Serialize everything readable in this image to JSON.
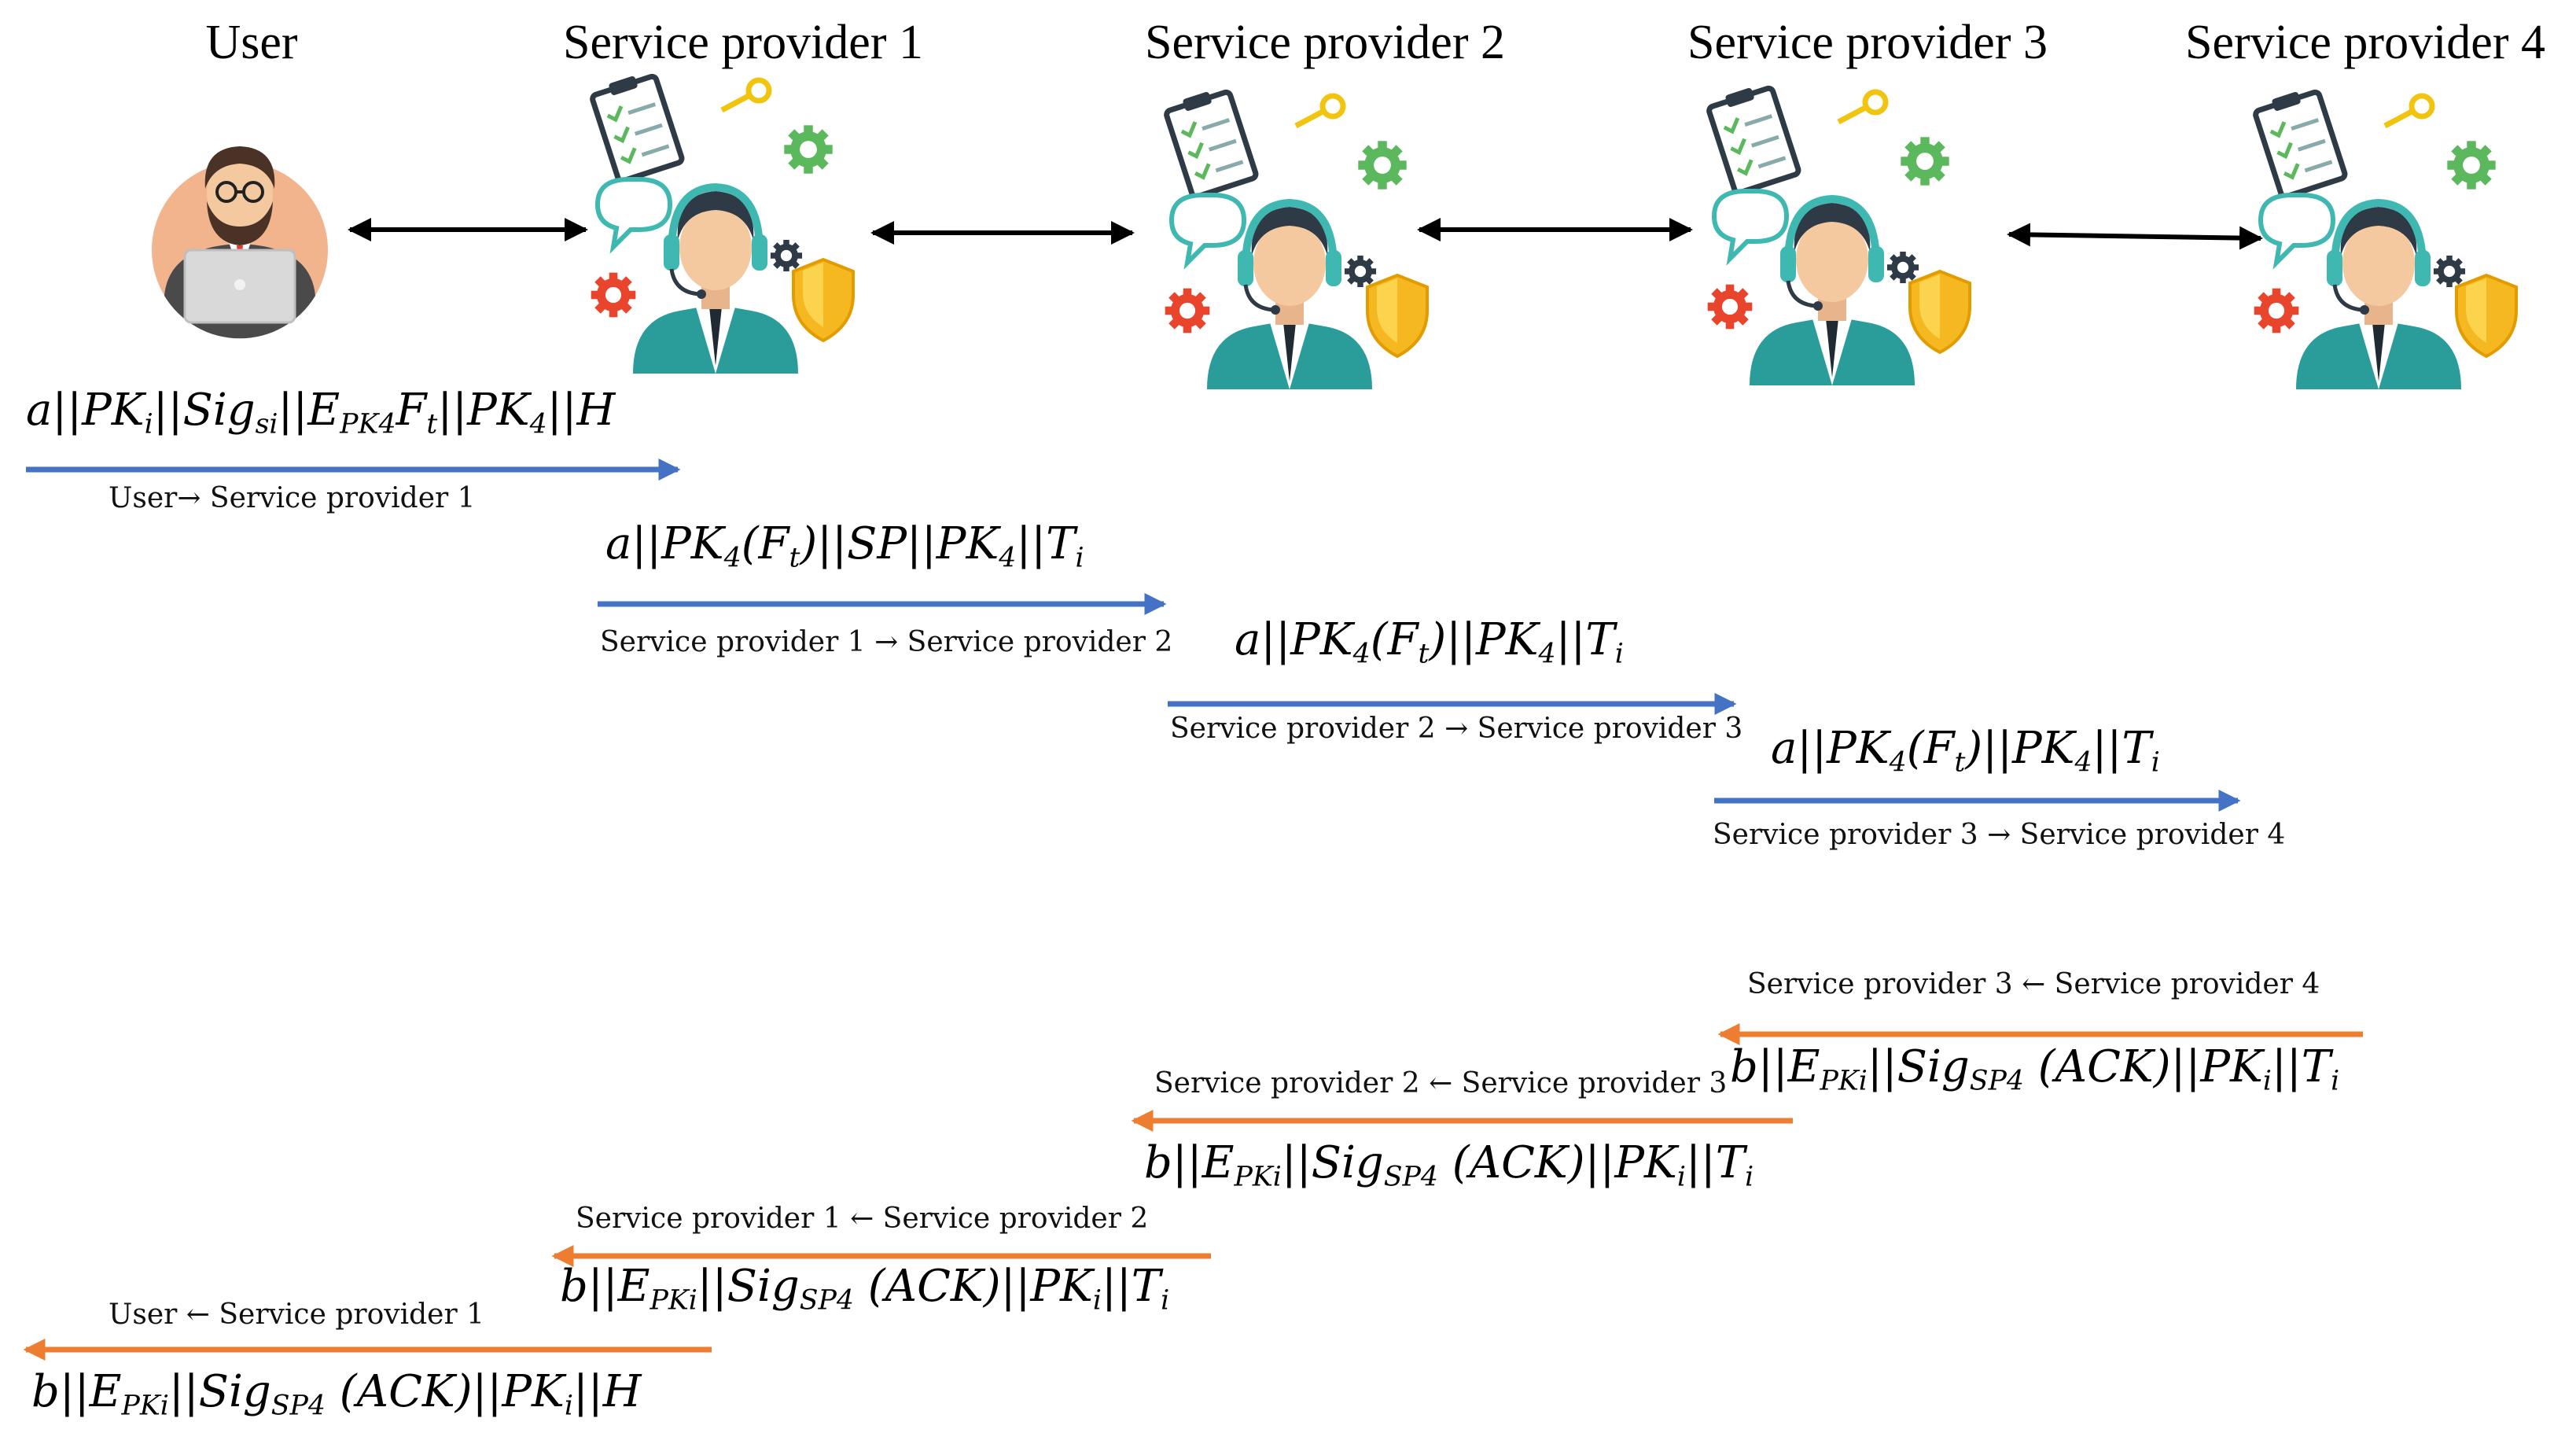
{
  "actors": [
    {
      "id": "user",
      "label": "User",
      "icon": "user-laptop-icon"
    },
    {
      "id": "sp1",
      "label": "Service provider 1",
      "icon": "support-agent-icon"
    },
    {
      "id": "sp2",
      "label": "Service provider 2",
      "icon": "support-agent-icon"
    },
    {
      "id": "sp3",
      "label": "Service provider 3",
      "icon": "support-agent-icon"
    },
    {
      "id": "sp4",
      "label": "Service provider 4",
      "icon": "support-agent-icon"
    }
  ],
  "forward_messages": [
    {
      "caption": "User→ Service provider 1",
      "formula": [
        "a",
        "||",
        "PK",
        {
          "sub": "i"
        },
        "||",
        "Sig",
        {
          "sub": "si"
        },
        "||",
        "E",
        {
          "sub": "PK4"
        },
        "F",
        {
          "sub": "t"
        },
        "||",
        "PK",
        {
          "sub": "4"
        },
        "||",
        "H"
      ]
    },
    {
      "caption": "Service provider 1 → Service provider 2",
      "formula": [
        "a",
        "||",
        "PK",
        {
          "sub": "4"
        },
        "(F",
        {
          "sub": "t"
        },
        ")",
        "||",
        "SP",
        "||",
        "PK",
        {
          "sub": "4"
        },
        "||",
        "T",
        {
          "sub": "i"
        }
      ]
    },
    {
      "caption": "Service provider 2 → Service provider 3",
      "formula": [
        "a",
        "||",
        "PK",
        {
          "sub": "4"
        },
        "(F",
        {
          "sub": "t"
        },
        ")",
        "||",
        "PK",
        {
          "sub": "4"
        },
        "||",
        "T",
        {
          "sub": "i"
        }
      ]
    },
    {
      "caption": "Service provider 3 → Service provider 4",
      "formula": [
        "a",
        "||",
        "PK",
        {
          "sub": "4"
        },
        "(F",
        {
          "sub": "t"
        },
        ")",
        "||",
        "PK",
        {
          "sub": "4"
        },
        "||",
        "T",
        {
          "sub": "i"
        }
      ]
    }
  ],
  "return_messages": [
    {
      "caption": "Service provider 3 ← Service provider 4",
      "formula": [
        "b",
        "||",
        "E",
        {
          "sub": "PKi"
        },
        "||",
        "Sig",
        {
          "sub": "SP4"
        },
        " (ACK)",
        "||",
        "PK",
        {
          "sub": "i"
        },
        "||",
        "T",
        {
          "sub": "i"
        }
      ]
    },
    {
      "caption": "Service provider 2 ← Service provider 3",
      "formula": [
        "b",
        "||",
        "E",
        {
          "sub": "PKi"
        },
        "||",
        "Sig",
        {
          "sub": "SP4"
        },
        " (ACK)",
        "||",
        "PK",
        {
          "sub": "i"
        },
        "||",
        "T",
        {
          "sub": "i"
        }
      ]
    },
    {
      "caption": "Service provider 1 ← Service provider 2",
      "formula": [
        "b",
        "||",
        "E",
        {
          "sub": "PKi"
        },
        "||",
        "Sig",
        {
          "sub": "SP4"
        },
        " (ACK)",
        "||",
        "PK",
        {
          "sub": "i"
        },
        "||",
        "T",
        {
          "sub": "i"
        }
      ]
    },
    {
      "caption": "User ← Service provider 1",
      "formula": [
        "b",
        "||",
        "E",
        {
          "sub": "PKi"
        },
        "||",
        "Sig",
        {
          "sub": "SP4"
        },
        " (ACK)",
        "||",
        "PK",
        {
          "sub": "i"
        },
        "||",
        "H"
      ]
    }
  ],
  "colors": {
    "forward_arrow": "#4472c4",
    "return_arrow": "#ed7d31",
    "link_arrow": "#000000",
    "skin": "#f5c9a0",
    "headset": "#3fb8b1",
    "suit": "#2a9d9b",
    "hair": "#2e3a45",
    "gear_green": "#5cb85c",
    "gear_red": "#e8452c",
    "shield": "#f5b820",
    "key": "#f1c40f"
  }
}
